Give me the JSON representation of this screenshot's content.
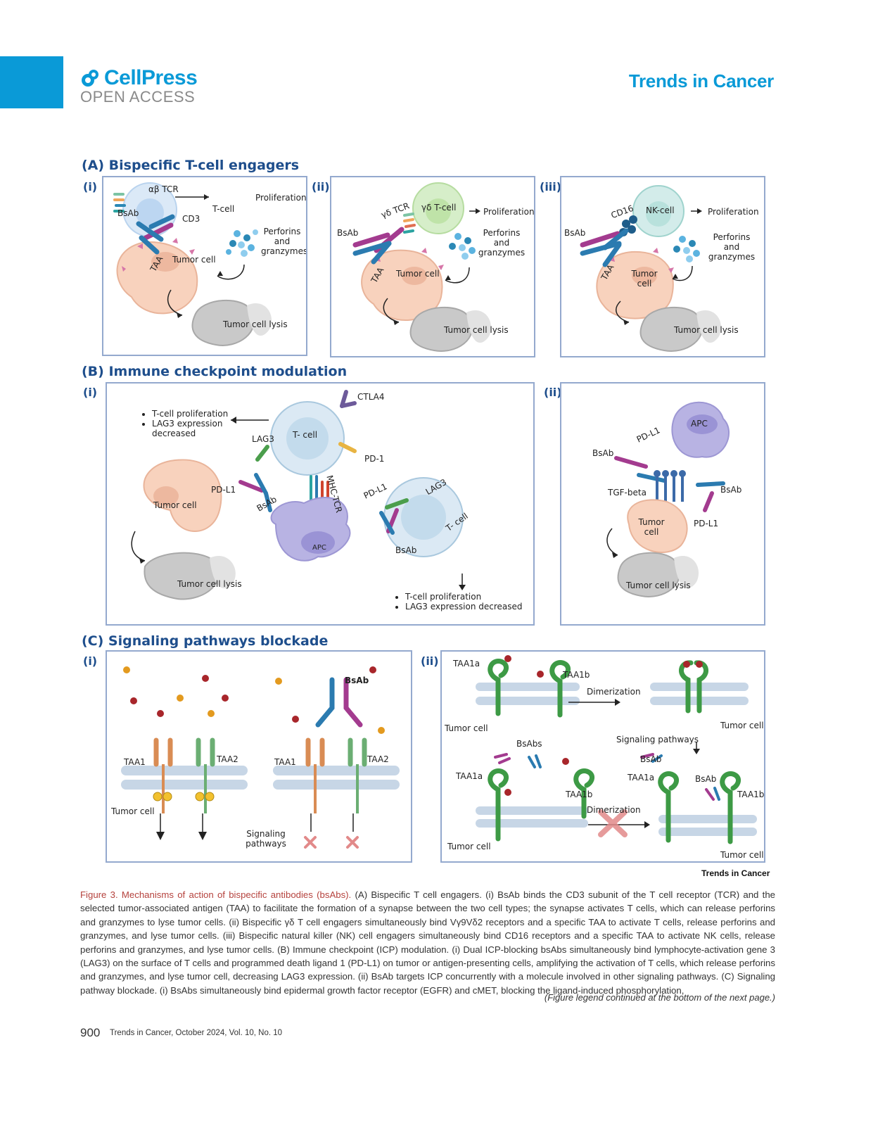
{
  "header": {
    "logo_main": "CellPress",
    "logo_sub": "OPEN ACCESS",
    "journal": "Trends in Cancer"
  },
  "sectionA": {
    "title": "(A)  Bispecific T-cell engagers",
    "sub_i": "(i)",
    "sub_ii": "(ii)",
    "sub_iii": "(iii)",
    "i": {
      "tcr": "αβ TCR",
      "cell": "T-cell",
      "proliferation": "Proliferation",
      "bsab": "BsAb",
      "cd3": "CD3",
      "perforins": "Perforins\nand\ngranzymes",
      "taa": "TAA",
      "tumor": "Tumor cell",
      "lysis": "Tumor cell lysis"
    },
    "ii": {
      "tcr": "γδ TCR",
      "cell": "γδ T-cell",
      "proliferation": "Proliferation",
      "bsab": "BsAb",
      "perforins": "Perforins\nand\ngranzymes",
      "taa": "TAA",
      "tumor": "Tumor cell",
      "lysis": "Tumor cell lysis"
    },
    "iii": {
      "cd16": "CD16",
      "cell": "NK-cell",
      "proliferation": "Proliferation",
      "bsab": "BsAb",
      "perforins": "Perforins\nand\ngranzymes",
      "taa": "TAA",
      "tumor": "Tumor\ncell",
      "lysis": "Tumor cell lysis"
    }
  },
  "sectionB": {
    "title": "(B)   Immune checkpoint modulation",
    "sub_i": "(i)",
    "sub_ii": "(ii)",
    "i": {
      "bullets_top": [
        "T-cell proliferation",
        "LAG3 expression decreased"
      ],
      "ctla4": "CTLA4",
      "lag3": "LAG3",
      "tcell": "T- cell",
      "pd1": "PD-1",
      "mhc_tcr": "MHC-TCR",
      "pdl1_left": "PD-L1",
      "bsab_left": "BsAb",
      "tumor": "Tumor cell",
      "apc": "APC",
      "pdl1_right": "PD-L1",
      "lag3_right": "LAG3",
      "tcell_right": "T- cell",
      "bsab_right": "BsAb",
      "lysis": "Tumor cell lysis",
      "bullets_bottom": [
        "T-cell proliferation",
        "LAG3 expression decreased"
      ]
    },
    "ii": {
      "apc": "APC",
      "pdl1_top": "PD-L1",
      "bsab_top": "BsAb",
      "tgf": "TGF-beta",
      "bsab_right": "BsAb",
      "tumor": "Tumor\ncell",
      "pdl1_bottom": "PD-L1",
      "lysis": "Tumor cell lysis"
    }
  },
  "sectionC": {
    "title": "(C) Signaling pathways blockade",
    "sub_i": "(i)",
    "sub_ii": "(ii)",
    "i": {
      "bsab": "BsAb",
      "taa1_left": "TAA1",
      "taa2_left": "TAA2",
      "taa1_right": "TAA1",
      "taa2_right": "TAA2",
      "tumor": "Tumor cell",
      "signaling": "Signaling\npathways"
    },
    "ii": {
      "taa1a_top": "TAA1a",
      "taa1b_top": "TAA1b",
      "dimerization_top": "Dimerization",
      "tumor_left_top": "Tumor cell",
      "tumor_right_top": "Tumor cell",
      "signaling": "Signaling pathways",
      "bsabs": "BsAbs",
      "bsab_r1": "BsAb",
      "taa1a_r": "TAA1a",
      "bsab_r2": "BsAb",
      "taa1b_r": "TAA1b",
      "taa1a_bl": "TAA1a",
      "taa1b_bl": "TAA1b",
      "dimerization_bottom": "Dimerization",
      "tumor_bl": "Tumor cell",
      "tumor_br": "Tumor cell"
    }
  },
  "watermark": "Trends in Cancer",
  "caption": {
    "fig_title": "Figure 3. Mechanisms of action of bispecific antibodies (bsAbs).",
    "body": " (A) Bispecific T cell engagers. (i) BsAb binds the CD3 subunit of the T cell receptor (TCR) and the selected tumor-associated antigen (TAA) to facilitate the formation of a synapse between the two cell types; the synapse activates T cells, which can release perforins and granzymes to lyse tumor cells. (ii) Bispecific γδ T cell engagers simultaneously bind Vγ9Vδ2 receptors and a specific TAA to activate T cells, release perforins and granzymes, and lyse tumor cells. (iii) Bispecific natural killer (NK) cell engagers simultaneously bind CD16 receptors and a specific TAA to activate NK cells, release perforins and granzymes, and lyse tumor cells. (B) Immune checkpoint (ICP) modulation. (i) Dual ICP-blocking bsAbs simultaneously bind lymphocyte-activation gene 3 (LAG3) on the surface of T cells and programmed death ligand 1 (PD-L1) on tumor or antigen-presenting cells, amplifying the activation of T cells, which release perforins and granzymes, and lyse tumor cell, decreasing LAG3 expression. (ii) BsAb targets ICP concurrently with a molecule involved in other signaling pathways. (C) Signaling pathway blockade. (i) BsAbs simultaneously bind epidermal growth factor receptor (EGFR) and cMET, blocking the ligand-induced phosphorylation,",
    "continued": "(Figure legend continued at the bottom of the next page.)"
  },
  "footer": {
    "page": "900",
    "journal": "Trends in Cancer, October 2024, Vol. 10, No. 10"
  },
  "colors": {
    "accent": "#0a9ad7",
    "section_title": "#1e4e8c",
    "panel_border": "#94a9ce",
    "caption_title": "#b5423d"
  }
}
